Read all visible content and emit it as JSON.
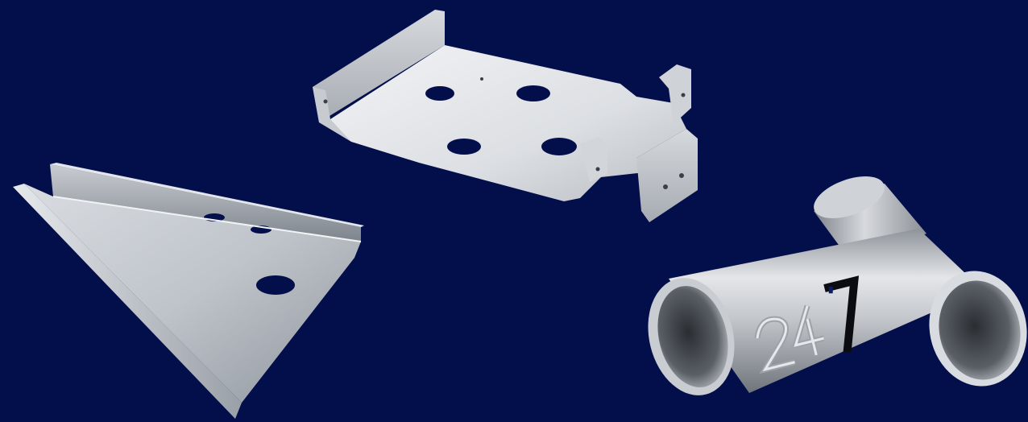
{
  "scene": {
    "background_color": "#030f4a",
    "objects": [
      {
        "name": "triangular-gusset-bracket"
      },
      {
        "name": "mounting-tray-with-holes"
      },
      {
        "name": "tee-pipe-fitting",
        "engraving": "247"
      }
    ]
  },
  "colors": {
    "metal_light": "#e9ecef",
    "metal_mid": "#b8bdc4",
    "metal_dark": "#7c828b",
    "hole": "#030f4a"
  }
}
